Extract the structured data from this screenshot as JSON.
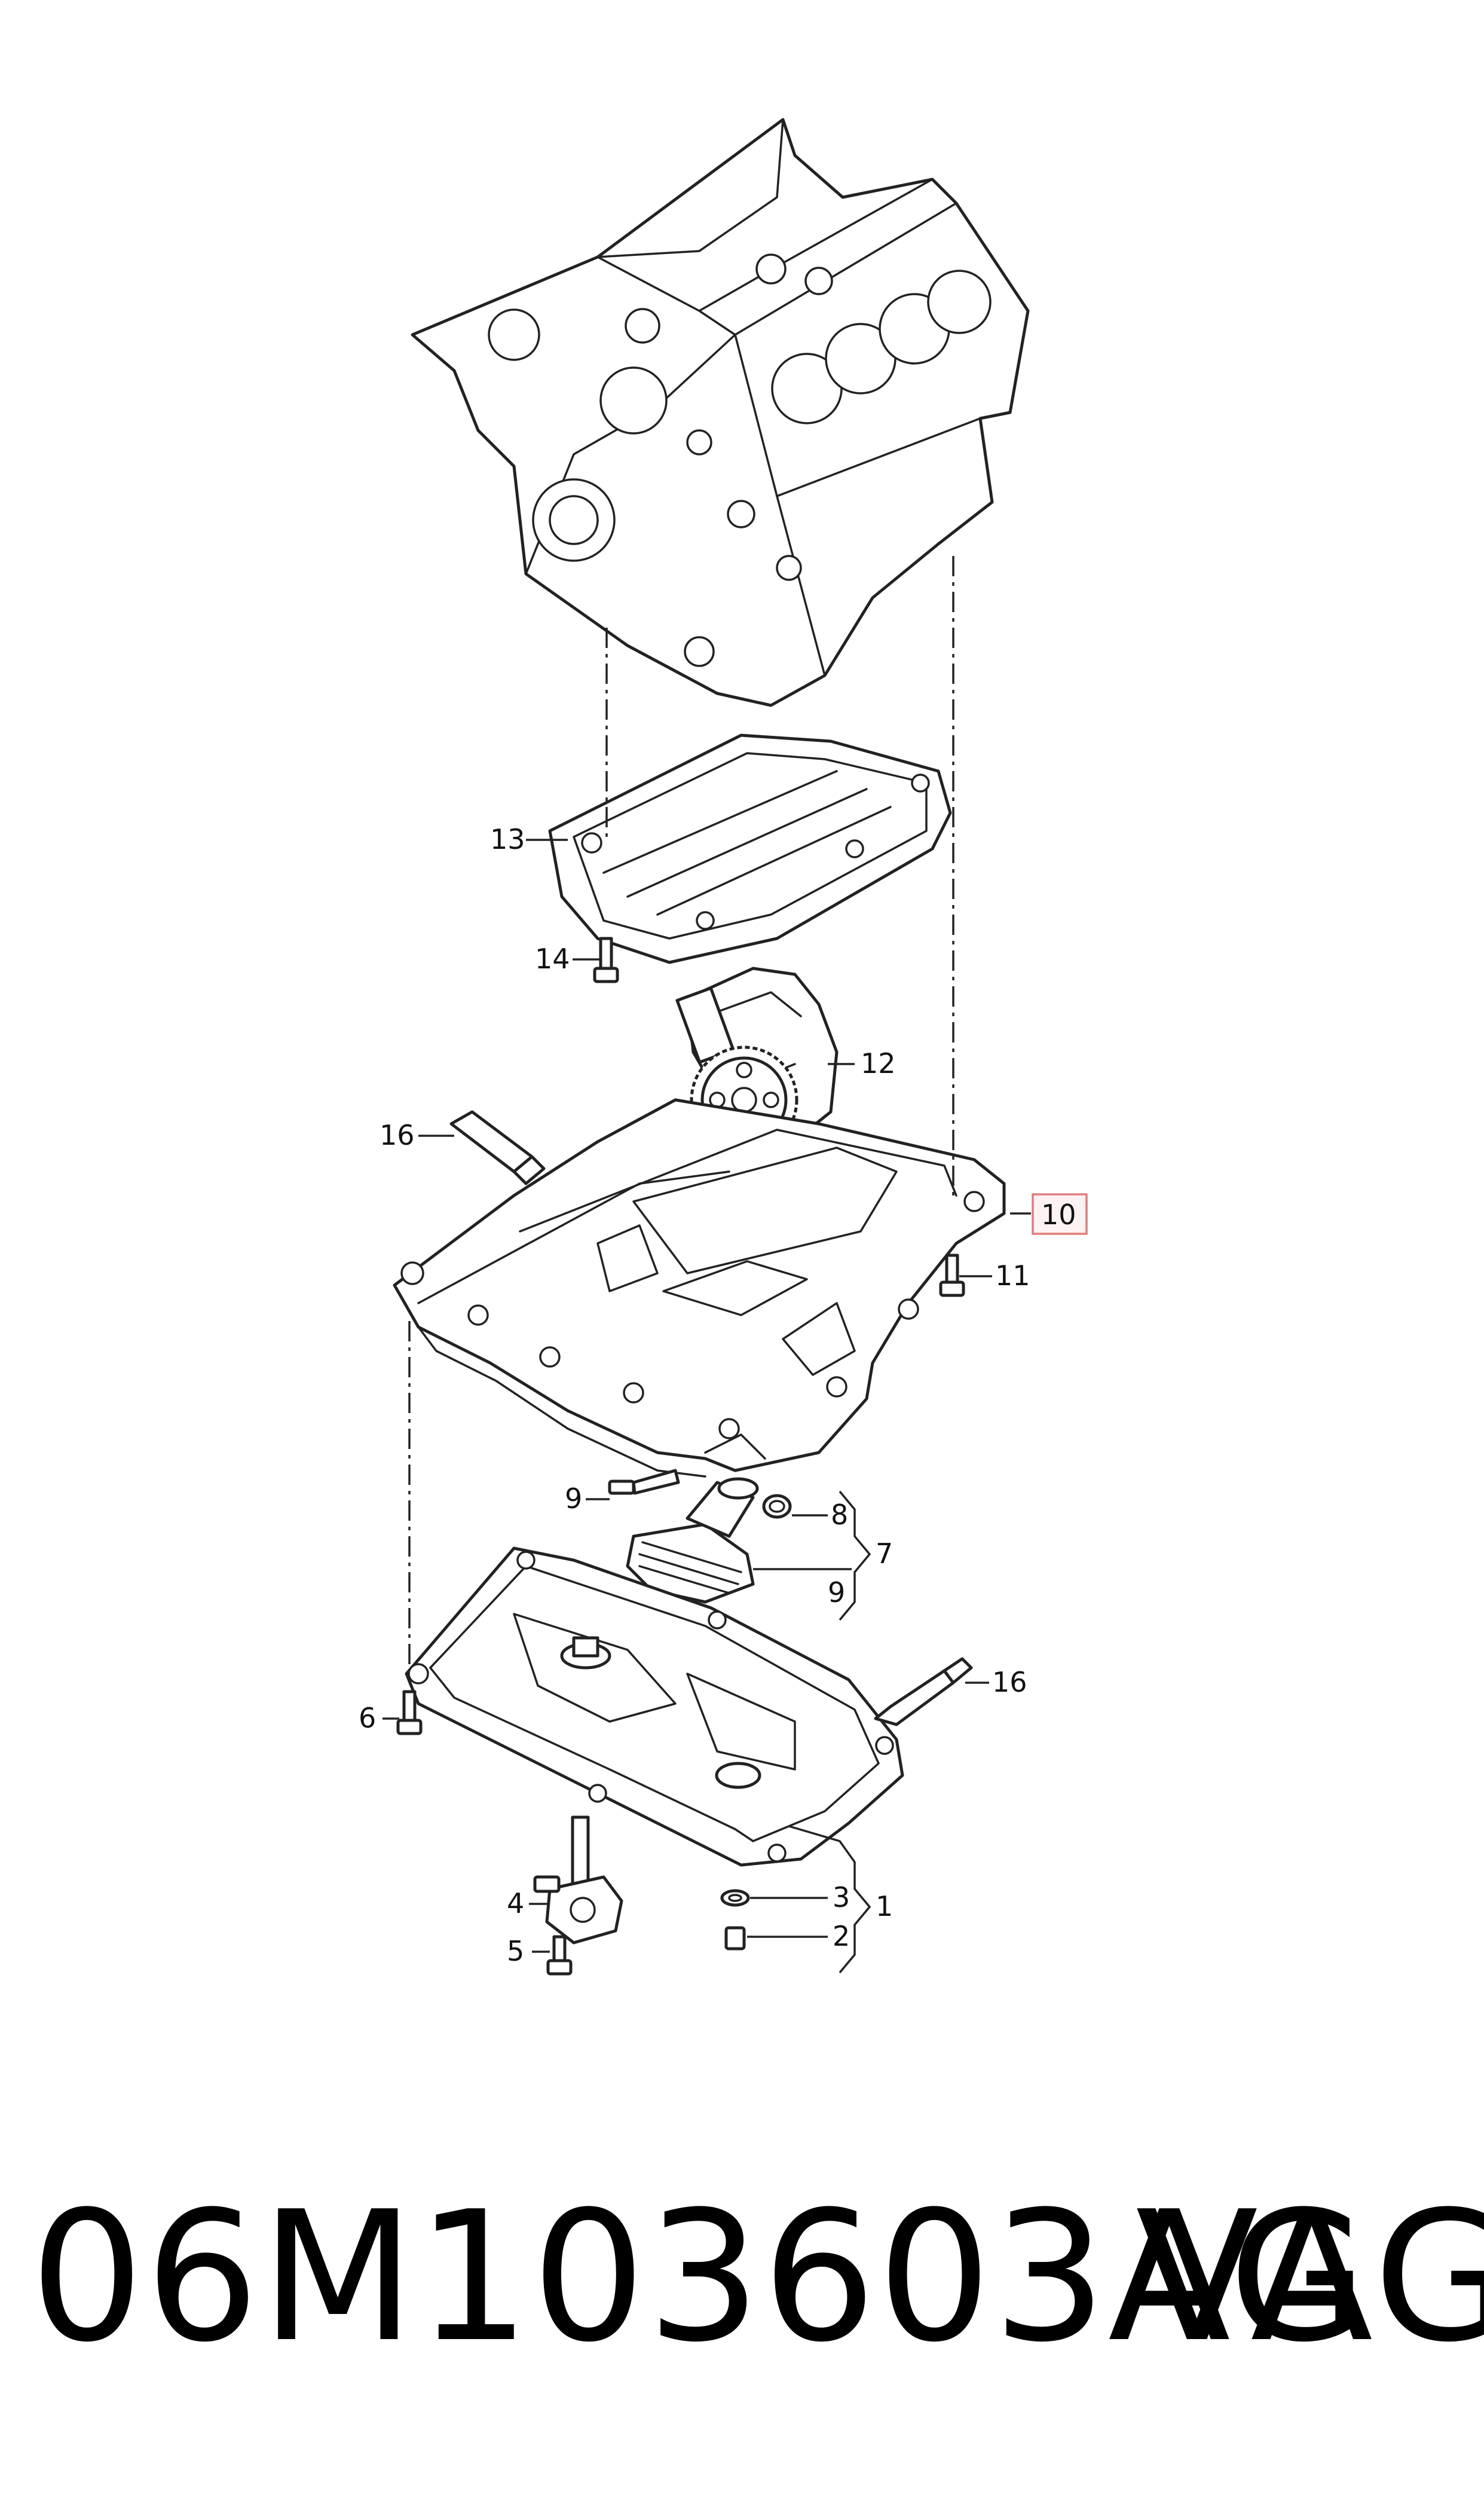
{
  "callouts": {
    "c1": "1",
    "c2": "2",
    "c3": "3",
    "c4": "4",
    "c5": "5",
    "c6": "6",
    "c7": "7",
    "c8": "8",
    "c9a": "9",
    "c9b": "9",
    "c10": "10",
    "c11": "11",
    "c12": "12",
    "c13": "13",
    "c14": "14",
    "c16a": "16",
    "c16b": "16"
  },
  "highlighted_callout": "10",
  "colors": {
    "highlight_border": "#e07c7c",
    "highlight_fill": "#fdf2f2",
    "line": "#222222"
  },
  "footer": {
    "part_number": "06M103603AG",
    "brand": "VAG"
  }
}
